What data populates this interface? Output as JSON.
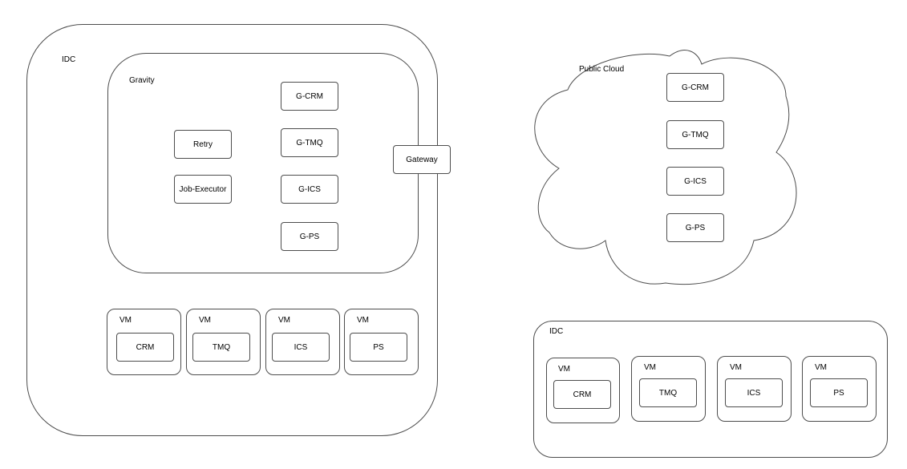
{
  "left_idc": {
    "label": "IDC",
    "gravity": {
      "label": "Gravity",
      "services": [
        "G-CRM",
        "G-TMQ",
        "G-ICS",
        "G-PS"
      ],
      "retry": "Retry",
      "job_executor": "Job-Executor"
    },
    "gateway": "Gateway",
    "vms": [
      {
        "label": "VM",
        "service": "CRM"
      },
      {
        "label": "VM",
        "service": "TMQ"
      },
      {
        "label": "VM",
        "service": "ICS"
      },
      {
        "label": "VM",
        "service": "PS"
      }
    ]
  },
  "public_cloud": {
    "label": "Public Cloud",
    "services": [
      "G-CRM",
      "G-TMQ",
      "G-ICS",
      "G-PS"
    ]
  },
  "right_idc": {
    "label": "IDC",
    "vms": [
      {
        "label": "VM",
        "service": "CRM"
      },
      {
        "label": "VM",
        "service": "TMQ"
      },
      {
        "label": "VM",
        "service": "ICS"
      },
      {
        "label": "VM",
        "service": "PS"
      }
    ]
  }
}
